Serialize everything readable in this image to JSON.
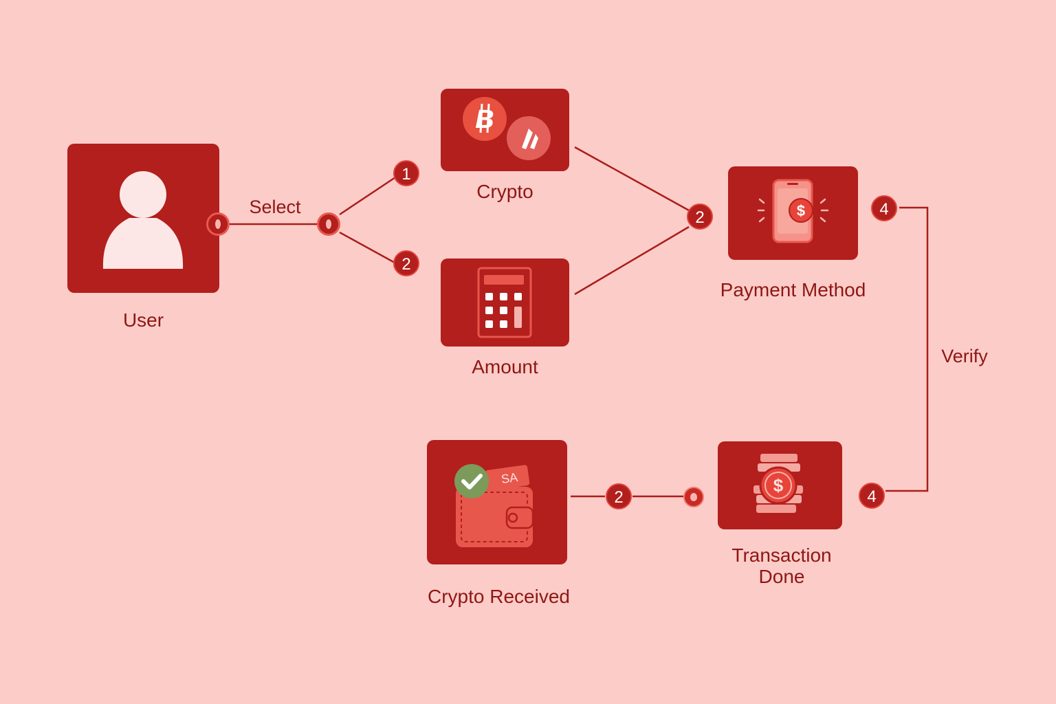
{
  "nodes": {
    "user": {
      "label": "User"
    },
    "crypto": {
      "label": "Crypto"
    },
    "amount": {
      "label": "Amount"
    },
    "payment_method": {
      "label": "Payment Method"
    },
    "transaction_done": {
      "label_line1": "Transaction",
      "label_line2": "Done"
    },
    "crypto_received": {
      "label": "Crypto Received"
    }
  },
  "edges": {
    "select": "Select",
    "verify": "Verify"
  },
  "badges": {
    "user_to_crypto": "1",
    "user_to_amount": "2",
    "merge_payment": "2",
    "payment_out": "4",
    "transaction_in": "4",
    "received_link": "2"
  },
  "icons": {
    "user": "person-icon",
    "crypto": "bitcoin-coins-icon",
    "amount": "calculator-icon",
    "payment_method": "phone-payment-icon",
    "transaction_done": "dollar-coin-stack-icon",
    "crypto_received": "wallet-check-icon"
  },
  "wallet_card_text": "SA",
  "colors": {
    "background": "#fcccc9",
    "node_fill": "#b21f1c",
    "connector": "#a91e1a",
    "label_text": "#8e1714",
    "check_green": "#7c9a5a"
  }
}
